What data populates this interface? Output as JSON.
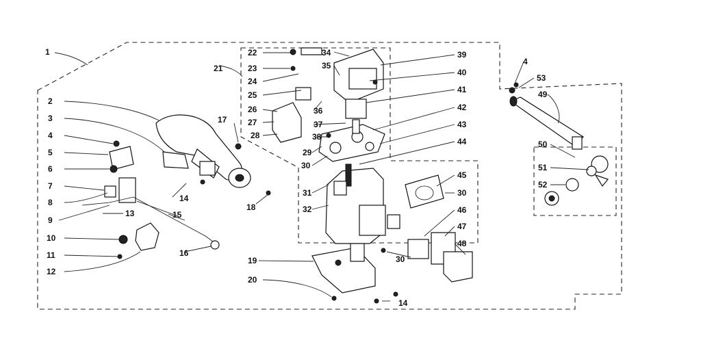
{
  "callouts": {
    "c1": "1",
    "c2": "2",
    "c3": "3",
    "c4a": "4",
    "c5": "5",
    "c6": "6",
    "c7": "7",
    "c8": "8",
    "c9": "9",
    "c10": "10",
    "c11": "11",
    "c12": "12",
    "c13": "13",
    "c14a": "14",
    "c15": "15",
    "c16": "16",
    "c17": "17",
    "c18": "18",
    "c19": "19",
    "c20": "20",
    "c14b": "14",
    "c21": "21",
    "c22": "22",
    "c23": "23",
    "c24": "24",
    "c25": "25",
    "c26": "26",
    "c27": "27",
    "c28": "28",
    "c29": "29",
    "c30a": "30",
    "c31": "31",
    "c32": "32",
    "c30b": "30",
    "c34": "34",
    "c35": "35",
    "c36": "36",
    "c37": "37",
    "c38": "38",
    "c39": "39",
    "c40": "40",
    "c41": "41",
    "c42": "42",
    "c43": "43",
    "c44": "44",
    "c45": "45",
    "c30c": "30",
    "c46": "46",
    "c47": "47",
    "c48": "48",
    "c4b": "4",
    "c53": "53",
    "c49": "49",
    "c50": "50",
    "c51": "51",
    "c52": "52"
  }
}
